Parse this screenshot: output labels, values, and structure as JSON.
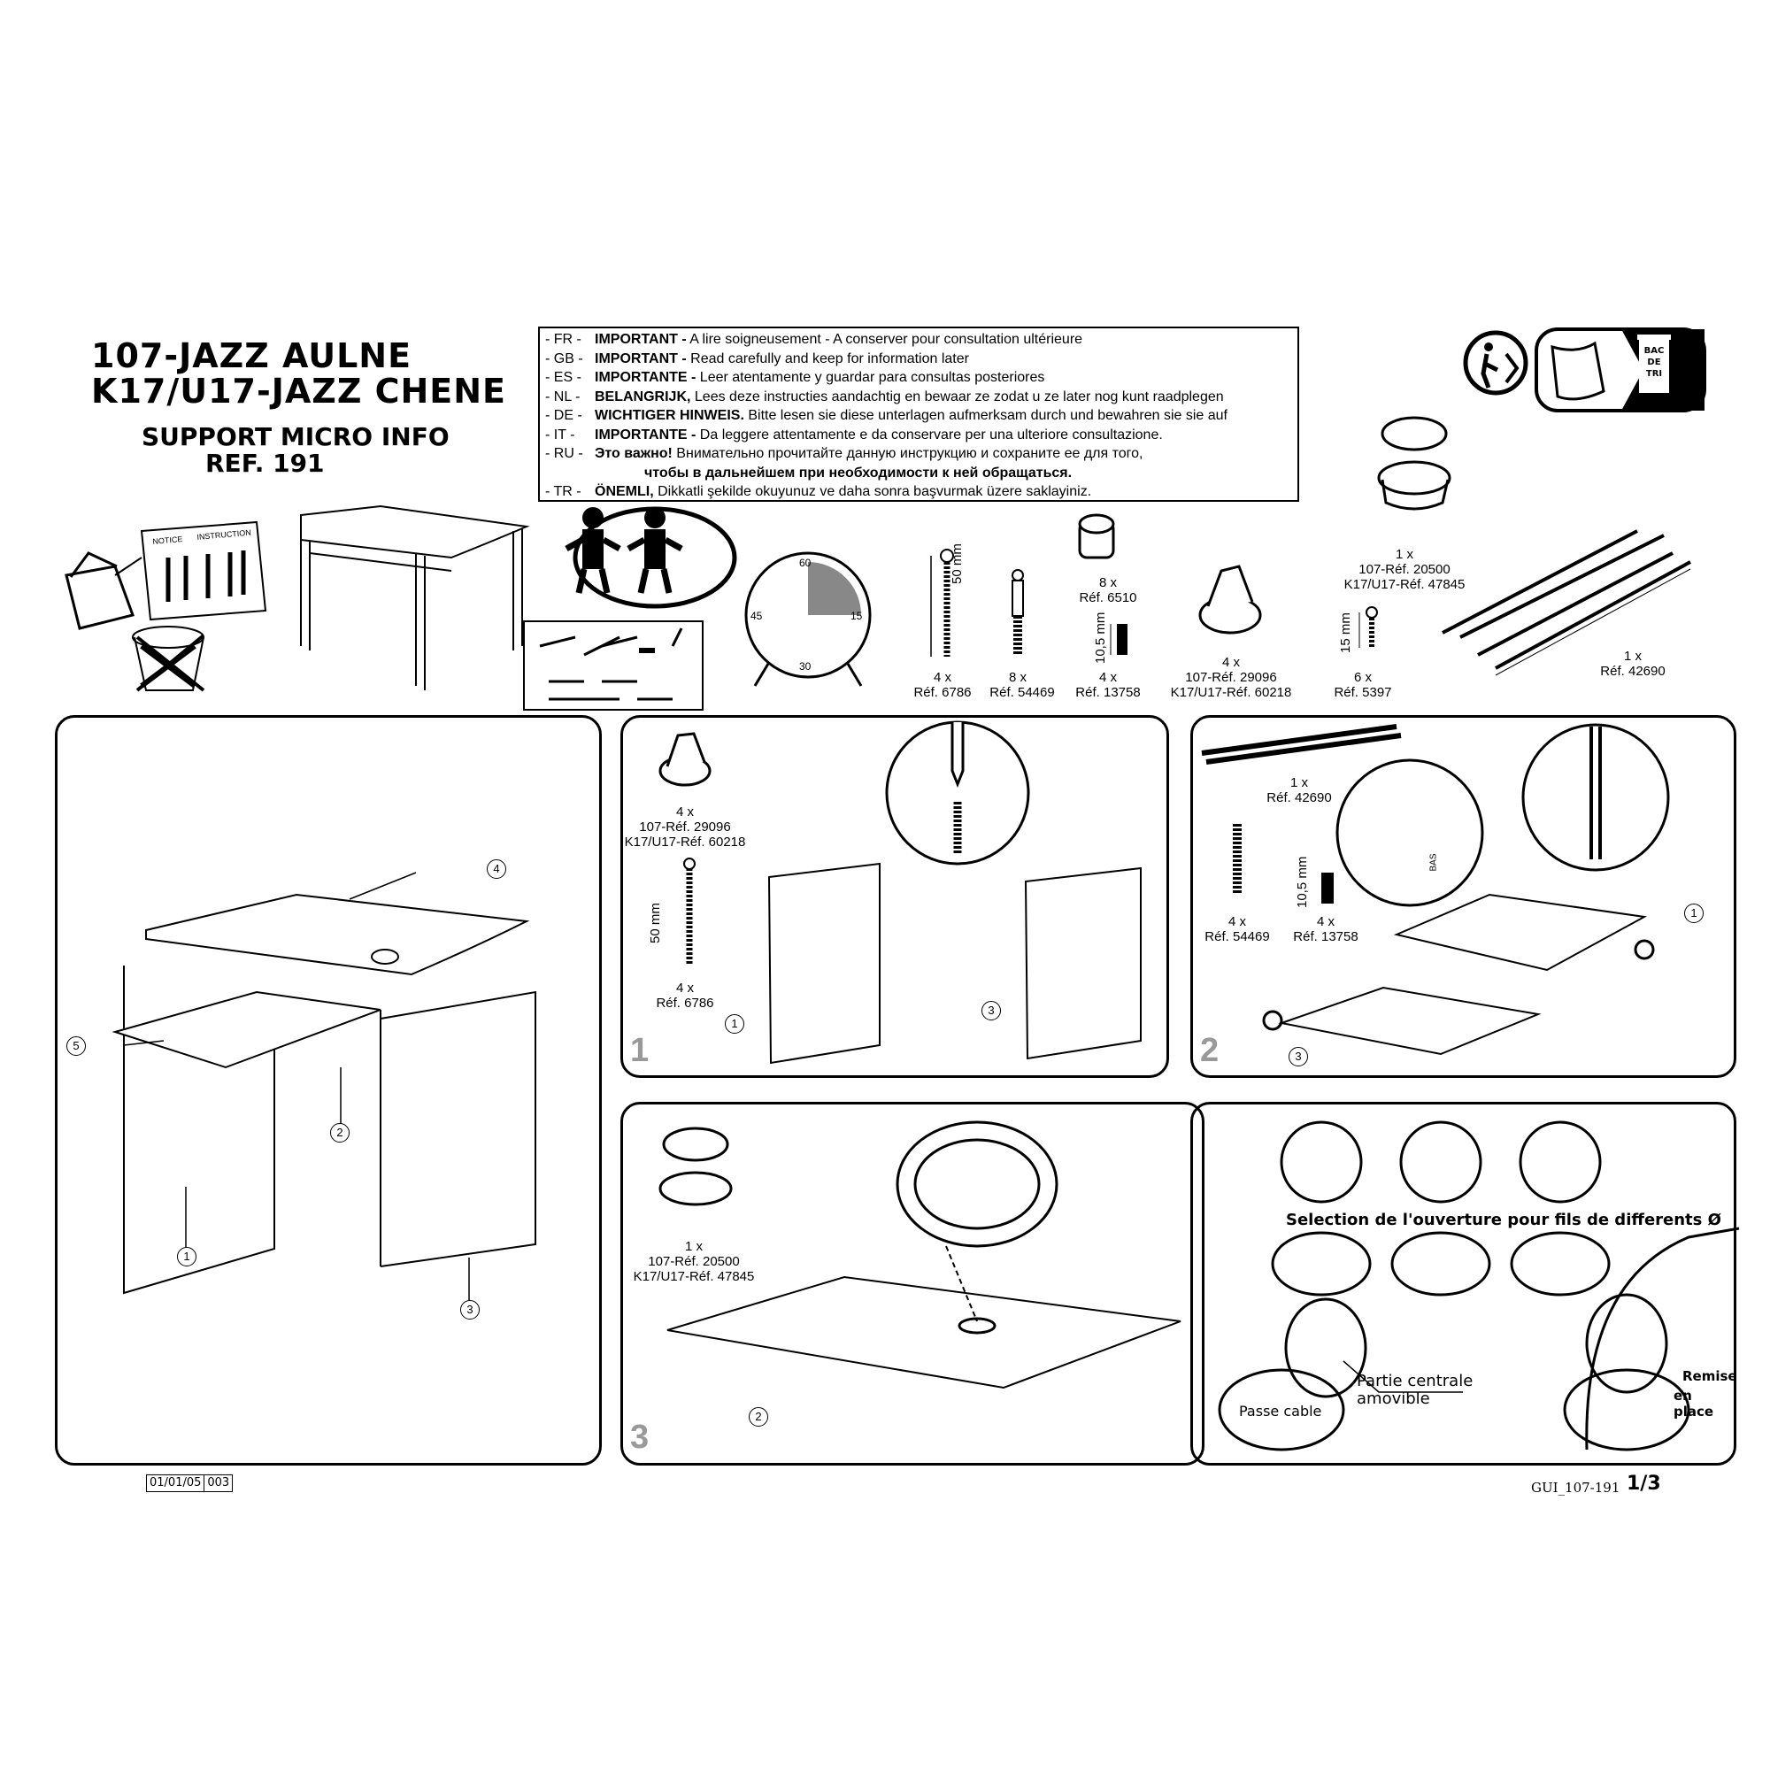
{
  "header": {
    "title_line1": "107-JAZZ AULNE",
    "title_line2": "K17/U17-JAZZ CHENE",
    "product_name": "SUPPORT MICRO INFO",
    "reference": "REF. 191"
  },
  "important_notice": [
    {
      "code": "- FR -",
      "bold": "IMPORTANT -",
      "text": " A lire soigneusement - A conserver pour consultation ultérieure"
    },
    {
      "code": "- GB -",
      "bold": "IMPORTANT -",
      "text": " Read carefully and keep for information later"
    },
    {
      "code": "- ES -",
      "bold": "IMPORTANTE -",
      "text": " Leer atentamente y guardar para consultas posteriores"
    },
    {
      "code": "- NL -",
      "bold": "BELANGRIJK,",
      "text": " Lees deze instructies aandachtig en bewaar ze zodat u ze later nog kunt raadplegen"
    },
    {
      "code": "- DE -",
      "bold": "WICHTIGER HINWEIS.",
      "text": " Bitte lesen sie diese unterlagen aufmerksam durch und bewahren sie sie auf"
    },
    {
      "code": "-  IT  -",
      "bold": "IMPORTANTE -",
      "text": " Da leggere attentamente e da conservare per una ulteriore consultazione."
    },
    {
      "code": "- RU -",
      "bold": "Это важно!",
      "text": " Внимательно прочитайте данную инструкцию и сохраните ее для того,"
    },
    {
      "code": "",
      "bold": "",
      "text": "чтобы в дальнейшем при необходимости к ней обращаться."
    },
    {
      "code": "- TR -",
      "bold": "ÖNEMLI,",
      "text": " Dikkatli şekilde okuyunuz ve daha sonra başvurmak üzere saklayiniz."
    }
  ],
  "recycling": {
    "bin_label": "BAC DE TRI"
  },
  "manual_icon": {
    "notice": "NOTICE",
    "instruction": "INSTRUCTION"
  },
  "clock": {
    "ticks": [
      "60",
      "15",
      "30",
      "45"
    ],
    "elapsed_fraction": 0.25
  },
  "hardware": [
    {
      "qty": "4 x",
      "ref": "Réf. 6786",
      "dimension": "50 mm"
    },
    {
      "qty": "8 x",
      "ref": "Réf. 54469"
    },
    {
      "qty": "8 x",
      "ref": "Réf. 6510"
    },
    {
      "qty": "4 x",
      "ref": "Réf. 13758",
      "dimension": "10,5 mm"
    },
    {
      "qty": "4 x",
      "ref": "107-Réf. 29096",
      "ref2": "K17/U17-Réf. 60218"
    },
    {
      "qty": "6 x",
      "ref": "Réf. 5397",
      "dimension": "15 mm"
    },
    {
      "qty": "1 x",
      "ref": "107-Réf. 20500",
      "ref2": "K17/U17-Réf. 47845"
    },
    {
      "qty": "1 x",
      "ref": "Réf. 42690"
    }
  ],
  "overview_callouts": [
    "4",
    "5",
    "2",
    "1",
    "3"
  ],
  "step1": {
    "number": "1",
    "cam_qty": "4 x",
    "cam_ref": "107-Réf. 29096",
    "cam_ref2": "K17/U17-Réf. 60218",
    "screw_qty": "4 x",
    "screw_ref": "Réf. 6786",
    "screw_dim": "50 mm",
    "callouts": [
      "1",
      "3"
    ]
  },
  "step2": {
    "number": "2",
    "rail_qty": "1 x",
    "rail_ref": "Réf. 42690",
    "dowel_qty": "4 x",
    "dowel_ref": "Réf. 54469",
    "insert_qty": "4 x",
    "insert_ref": "Réf. 13758",
    "insert_dim": "10,5 mm",
    "bas_label": "BAS",
    "callouts": [
      "1",
      "3"
    ]
  },
  "step3": {
    "number": "3",
    "grommet_qty": "1 x",
    "grommet_ref": "107-Réf. 20500",
    "grommet_ref2": "K17/U17-Réf. 47845",
    "callouts": [
      "2"
    ]
  },
  "step4": {
    "selection_text": "Selection de l'ouverture pour fils de differents Ø",
    "removable_center": "Partie centrale",
    "removable_center2": "amovible",
    "cable_pass": "Passe cable",
    "replace": "Remise",
    "replace2": "en place"
  },
  "footer": {
    "date": "01/01/05",
    "code": "003",
    "doc_id": "GUI_107-191",
    "page": "1/3"
  }
}
